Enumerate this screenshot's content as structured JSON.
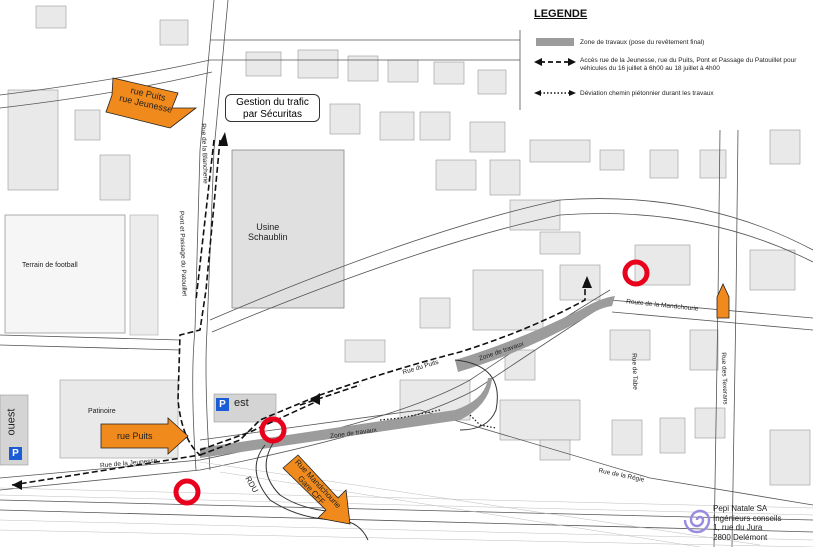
{
  "legend": {
    "title": "LEGENDE",
    "items": [
      {
        "text": "Zone de travaux (pose du revêtement final)"
      },
      {
        "text": "Accès rue de la Jeunesse, rue du Puits, Pont et Passage du Patouillet pour véhicules du 16 juillet à 6h00 au 18 juillet à 4h00"
      },
      {
        "text": "Déviation chemin piétonnier durant les travaux"
      }
    ]
  },
  "callout": {
    "line1": "Gestion du trafic",
    "line2": "par Sécuritas"
  },
  "arrows": {
    "top_left": {
      "line1": "rue Puits",
      "line2": "rue Jeunesse"
    },
    "middle_left": {
      "line1": "rue Puits"
    },
    "bottom": {
      "line1": "Rue Mandchourie",
      "line2": "Gare CFF"
    }
  },
  "places": {
    "usine": {
      "line1": "Usine",
      "line2": "Schaublin"
    },
    "terrain": "Terrain de football",
    "patinoire": "Patinoire",
    "rdu": "RDU"
  },
  "streets": {
    "blancherie": "Rue de la Blancherie",
    "patouillet": "Pont et Passage du Patouillet",
    "jeunesse": "Rue de la Jeunesse",
    "puits": "Rue du Puits",
    "zone1": "Zone de travaux",
    "zone2": "Zone de travaux",
    "mandchourie": "Route de la Mandchourie",
    "tabeillon": "Rue de Tabe",
    "texerans": "Rue des Texerans",
    "regie": "Rue de la Régie"
  },
  "parking": {
    "symbol": "P",
    "est": "est",
    "ouest": "ouest"
  },
  "company": {
    "name": "Pepi Natale SA",
    "line2": "Ingénieurs conseils",
    "line3": "1, rue du Jura",
    "line4": "2800 Delémont"
  },
  "colors": {
    "orange": "#f08a1c",
    "work_zone": "#9c9c9c",
    "closure_red": "#e8001c",
    "parking_blue": "#1a5bd6"
  }
}
